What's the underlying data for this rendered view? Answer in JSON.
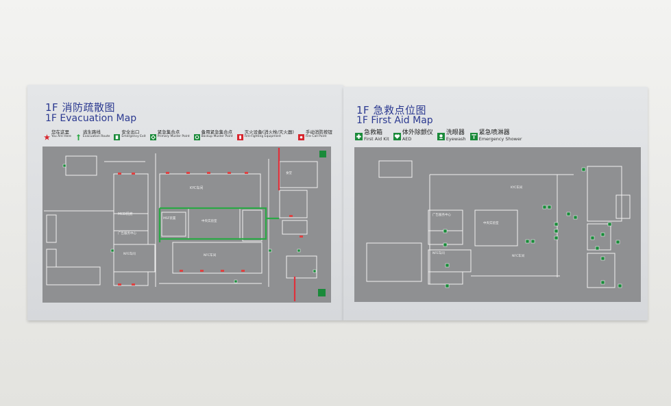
{
  "left_panel": {
    "title_cn": "1F 消防疏散图",
    "title_en": "1F Evacuation Map",
    "legend": [
      {
        "icon": "you-are-here-star-icon",
        "cn": "您在这里",
        "en": "You Are Here",
        "color": "#d7262e"
      },
      {
        "icon": "escape-route-arrow-icon",
        "cn": "逃生路线",
        "en": "Evacuation Route",
        "color": "#2aa845"
      },
      {
        "icon": "exit-sign-icon",
        "cn": "安全出口",
        "en": "Emergency Exit",
        "color": "#1a8a3a"
      },
      {
        "icon": "muster-point-icon",
        "cn": "紧急集合点",
        "en": "Primary Muster Point",
        "color": "#1a8a3a"
      },
      {
        "icon": "backup-muster-icon",
        "cn": "备用紧急集合点",
        "en": "Backup Muster Point",
        "color": "#1a8a3a"
      },
      {
        "icon": "fire-equipment-icon",
        "cn": "灭火设备(消火栓/灭火器)",
        "en": "Fire-Fighting Equipment",
        "color": "#d7262e"
      },
      {
        "icon": "fire-alarm-button-icon",
        "cn": "手动消防按钮",
        "en": "Fire Call Point",
        "color": "#d7262e"
      }
    ],
    "map_labels": [
      "KYC车间",
      "MSF装置",
      "MCD机房",
      "广告服务中心",
      "NFE车间",
      "NFC车间",
      "中央实验室",
      "食堂"
    ]
  },
  "right_panel": {
    "title_cn": "1F 急救点位图",
    "title_en": "1F First Aid Map",
    "legend": [
      {
        "icon": "first-aid-kit-icon",
        "cn": "急救箱",
        "en": "First Aid Kit",
        "color": "#1a8a3a"
      },
      {
        "icon": "aed-icon",
        "cn": "体外除颤仪",
        "en": "AED",
        "color": "#1a8a3a"
      },
      {
        "icon": "eyewash-icon",
        "cn": "洗眼器",
        "en": "Eyewash",
        "color": "#1a8a3a"
      },
      {
        "icon": "emergency-shower-icon",
        "cn": "紧急喷淋器",
        "en": "Emergency Shower",
        "color": "#1a8a3a"
      }
    ],
    "map_labels": [
      "KYC车间",
      "中央实验室",
      "广告服务中心",
      "NFE车间",
      "NFC车间"
    ]
  },
  "colors": {
    "title": "#2b3990",
    "map_bg": "#8f9092",
    "route": "#2aa845",
    "fire": "#d7262e",
    "sign": "#1a8a3a"
  }
}
